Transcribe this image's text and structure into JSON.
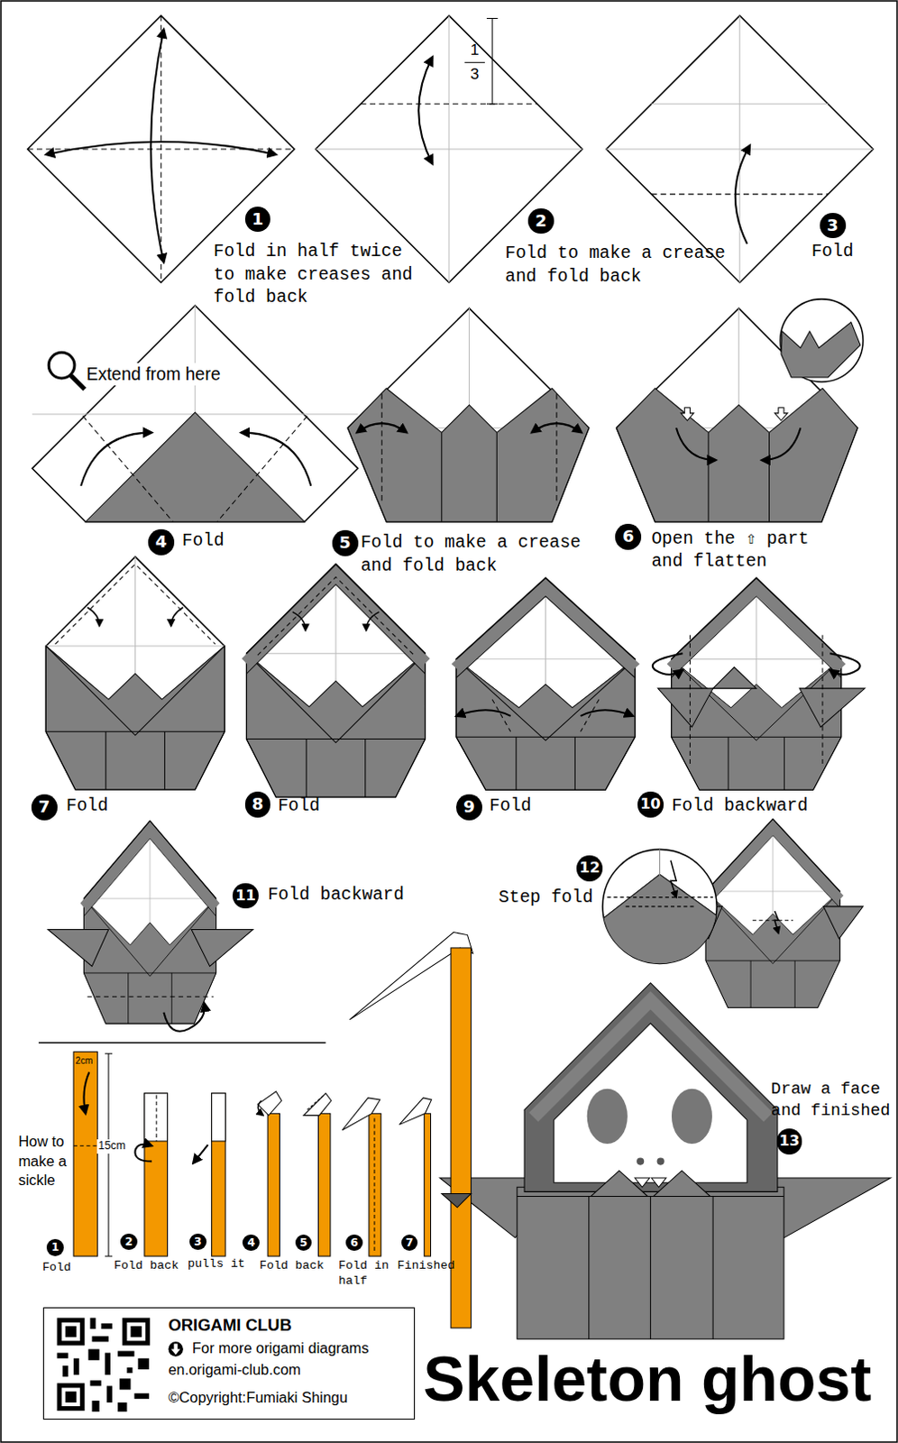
{
  "diagram": {
    "title": "Skeleton ghost",
    "nodes": [
      {
        "text": [
          "1"
        ]
      },
      {
        "text": [
          "2"
        ]
      },
      {
        "text": [
          "3"
        ]
      },
      {
        "text": [
          "4"
        ]
      },
      {
        "text": [
          "5"
        ]
      },
      {
        "text": [
          "6"
        ]
      },
      {
        "text": [
          "7"
        ]
      },
      {
        "text": [
          "8"
        ]
      },
      {
        "text": [
          "9"
        ]
      },
      {
        "text": [
          "10"
        ]
      },
      {
        "text": [
          "11"
        ]
      },
      {
        "text": [
          "12"
        ]
      },
      {
        "text": [
          "13"
        ]
      },
      {
        "text": [
          "1"
        ]
      },
      {
        "text": [
          "2"
        ]
      },
      {
        "text": [
          "3"
        ]
      },
      {
        "text": [
          "4"
        ]
      },
      {
        "text": [
          "5"
        ]
      },
      {
        "text": [
          "6"
        ]
      },
      {
        "text": [
          "7"
        ]
      },
      {
        "text": [
          "ORIGAMI CLUB",
          "For more origami diagrams",
          "en.origami-club.com",
          "©Copyright:Fumiaki Shingu"
        ]
      }
    ],
    "labels": [
      "Fold in half twice to make creases and fold back",
      "1",
      "3",
      "Fold to make a crease and fold back",
      "Fold",
      "Extend from here",
      "Fold",
      "Fold to make a crease and fold back",
      "Open the ⇧ part and flatten",
      "Fold",
      "Fold",
      "Fold",
      "Fold backward",
      "Fold backward",
      "Step fold",
      "Draw a face and finished",
      "How to make a sickle",
      "2cm",
      "15cm",
      "Fold",
      "Fold back",
      "pulls it",
      "Fold back",
      "Fold in half",
      "Finished"
    ]
  }
}
